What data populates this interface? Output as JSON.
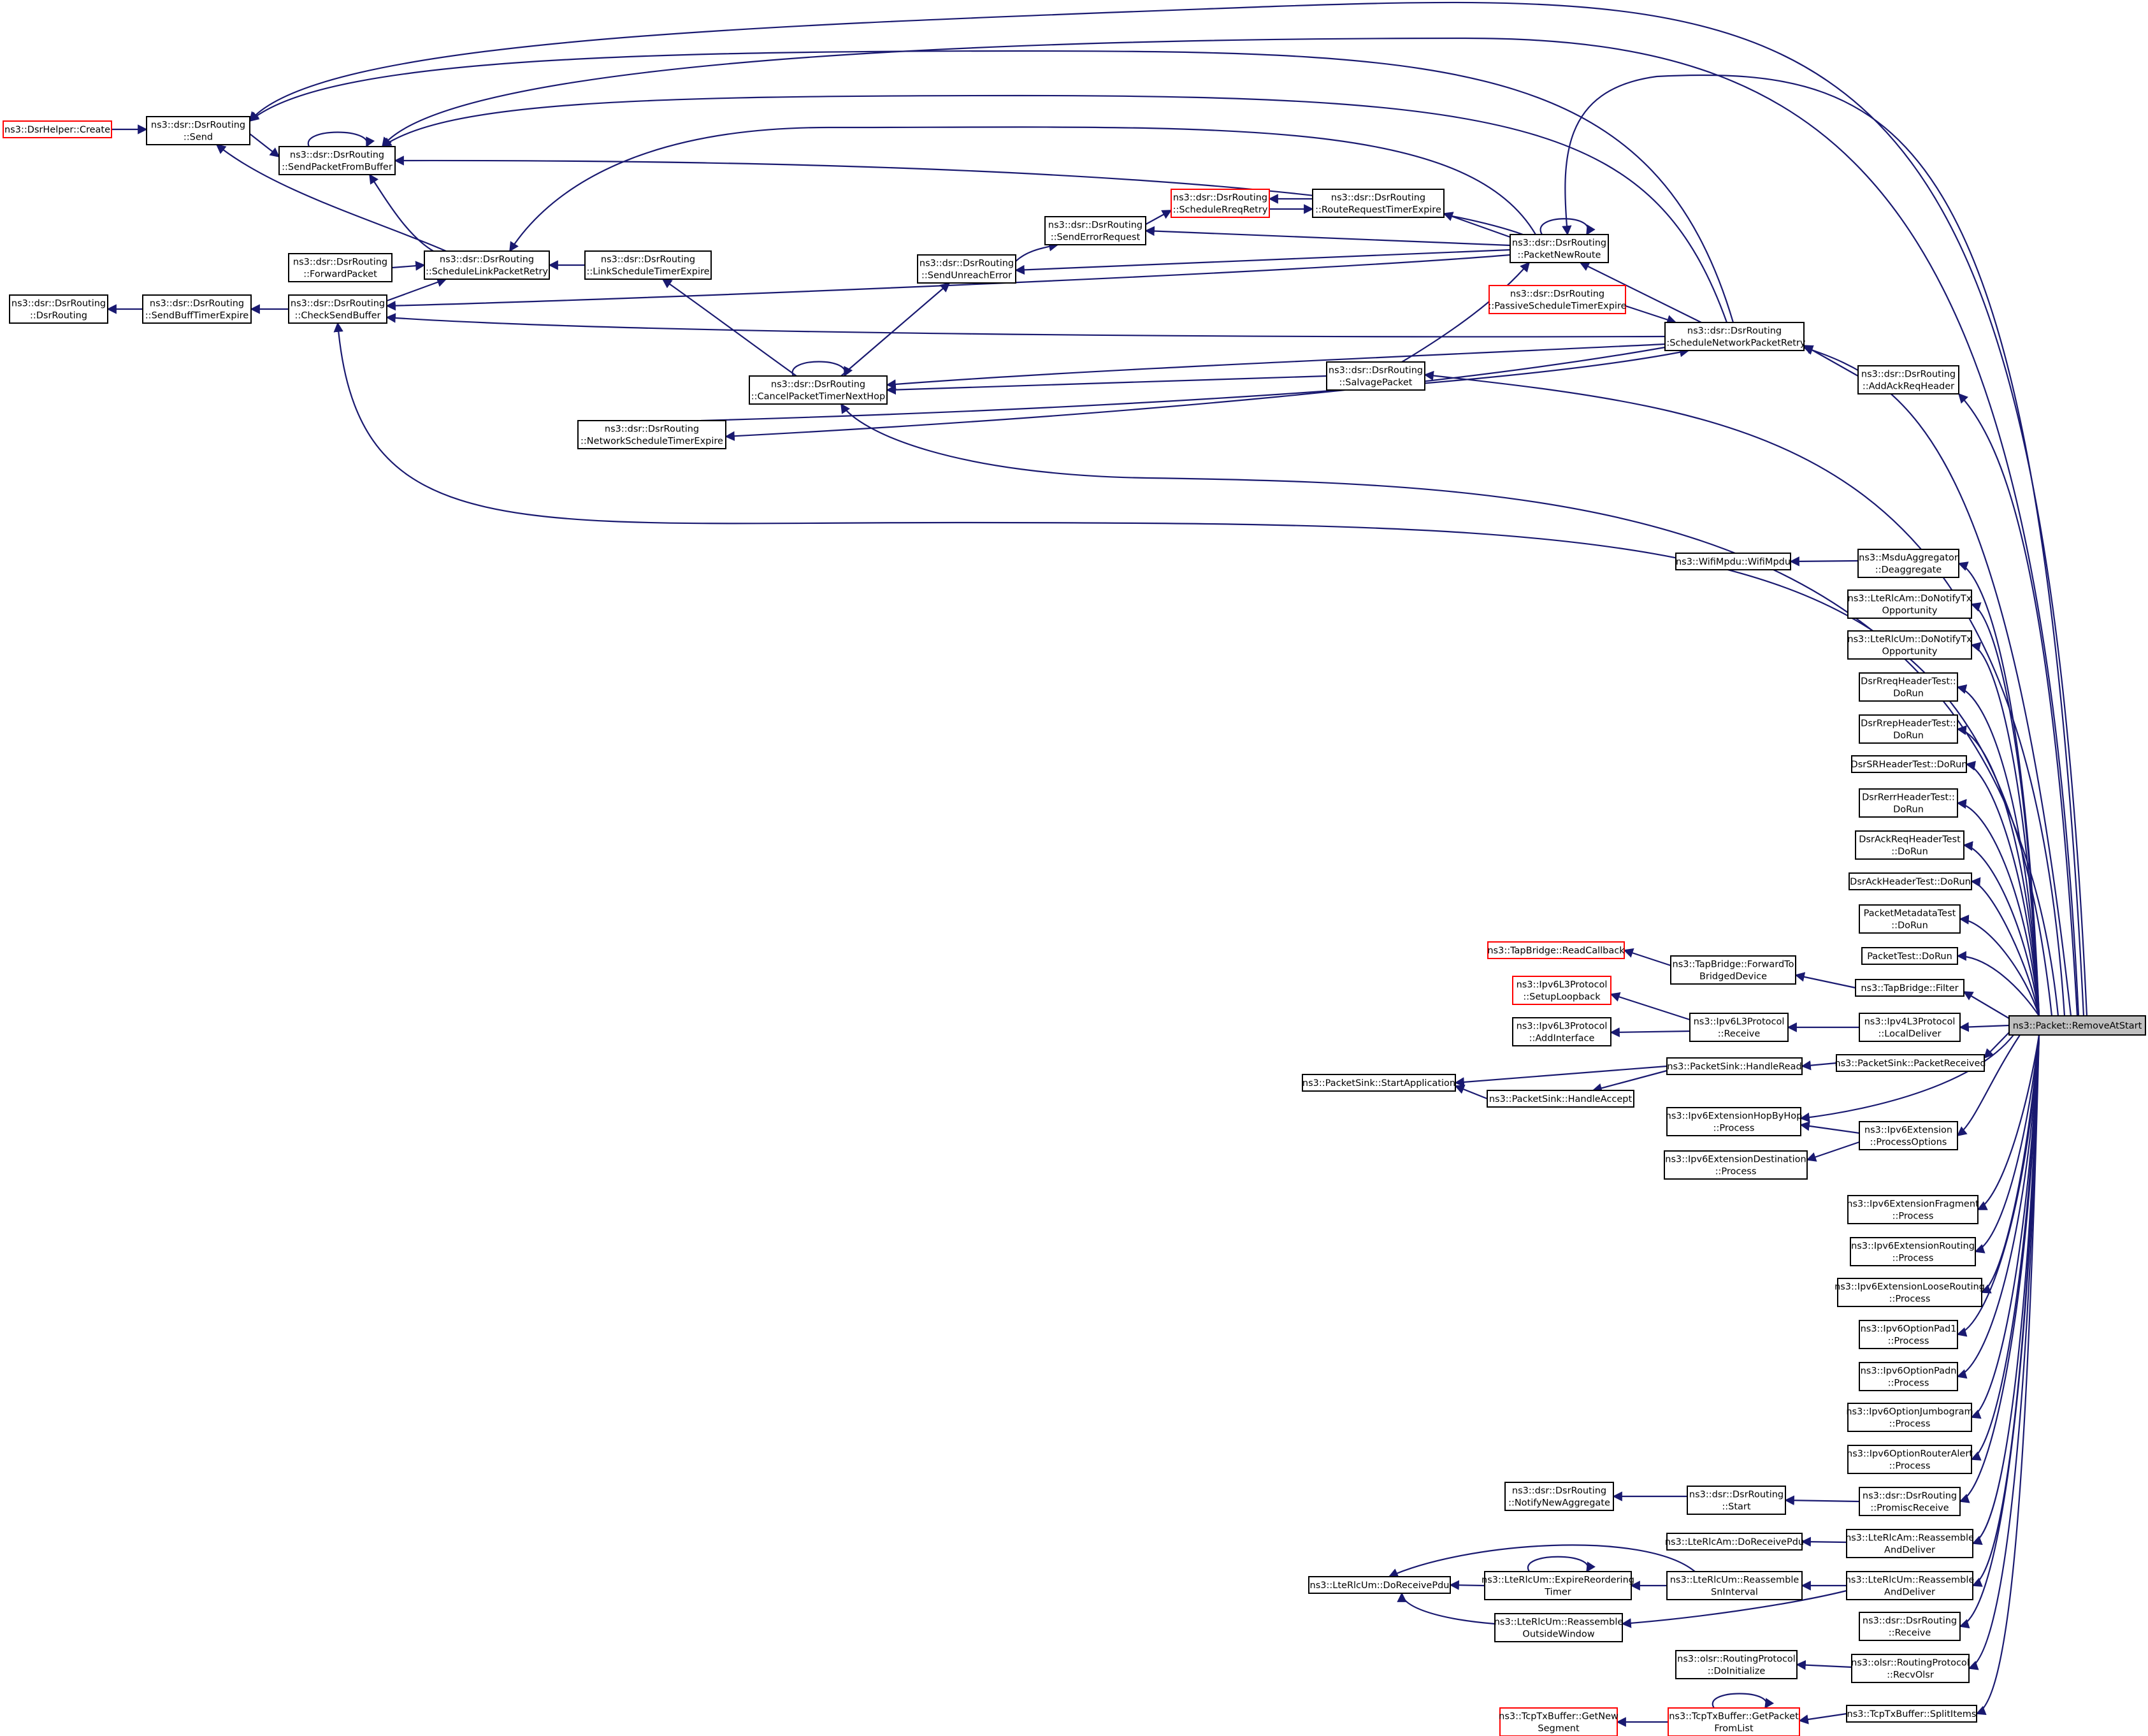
{
  "colors": {
    "edge": "#191970",
    "node_border": "#000000",
    "truncated_border": "#ff0000",
    "root_fill": "#bfbfbf"
  },
  "nodes": [
    {
      "id": "root",
      "lines": [
        "ns3::Packet::RemoveAtStart"
      ],
      "style": "root"
    },
    {
      "id": "dsrHelperCreate",
      "lines": [
        "ns3::DsrHelper::Create"
      ],
      "style": "red"
    },
    {
      "id": "send",
      "lines": [
        "ns3::dsr::DsrRouting",
        "::Send"
      ]
    },
    {
      "id": "sendPacketFromBuffer",
      "lines": [
        "ns3::dsr::DsrRouting",
        "::SendPacketFromBuffer"
      ]
    },
    {
      "id": "forwardPacket",
      "lines": [
        "ns3::dsr::DsrRouting",
        "::ForwardPacket"
      ]
    },
    {
      "id": "scheduleLinkPacketRetry",
      "lines": [
        "ns3::dsr::DsrRouting",
        "::ScheduleLinkPacketRetry"
      ]
    },
    {
      "id": "linkScheduleTimerExpire",
      "lines": [
        "ns3::dsr::DsrRouting",
        "::LinkScheduleTimerExpire"
      ]
    },
    {
      "id": "dsrRoutingCtor",
      "lines": [
        "ns3::dsr::DsrRouting",
        "::DsrRouting"
      ]
    },
    {
      "id": "sendBuffTimerExpire",
      "lines": [
        "ns3::dsr::DsrRouting",
        "::SendBuffTimerExpire"
      ]
    },
    {
      "id": "checkSendBuffer",
      "lines": [
        "ns3::dsr::DsrRouting",
        "::CheckSendBuffer"
      ]
    },
    {
      "id": "sendUnreachError",
      "lines": [
        "ns3::dsr::DsrRouting",
        "::SendUnreachError"
      ]
    },
    {
      "id": "sendErrorRequest",
      "lines": [
        "ns3::dsr::DsrRouting",
        "::SendErrorRequest"
      ]
    },
    {
      "id": "scheduleRreqRetry",
      "lines": [
        "ns3::dsr::DsrRouting",
        "::ScheduleRreqRetry"
      ],
      "style": "red"
    },
    {
      "id": "routeRequestTimerExpire",
      "lines": [
        "ns3::dsr::DsrRouting",
        "::RouteRequestTimerExpire"
      ]
    },
    {
      "id": "packetNewRoute",
      "lines": [
        "ns3::dsr::DsrRouting",
        "::PacketNewRoute"
      ]
    },
    {
      "id": "passiveScheduleTimerExpire",
      "lines": [
        "ns3::dsr::DsrRouting",
        "::PassiveScheduleTimerExpire"
      ],
      "style": "red"
    },
    {
      "id": "scheduleNetworkPacketRetry",
      "lines": [
        "ns3::dsr::DsrRouting",
        "::ScheduleNetworkPacketRetry"
      ]
    },
    {
      "id": "cancelPacketTimerNextHop",
      "lines": [
        "ns3::dsr::DsrRouting",
        "::CancelPacketTimerNextHop"
      ]
    },
    {
      "id": "salvagePacket",
      "lines": [
        "ns3::dsr::DsrRouting",
        "::SalvagePacket"
      ]
    },
    {
      "id": "networkScheduleTimerExpire",
      "lines": [
        "ns3::dsr::DsrRouting",
        "::NetworkScheduleTimerExpire"
      ]
    },
    {
      "id": "addAckReqHeader",
      "lines": [
        "ns3::dsr::DsrRouting",
        "::AddAckReqHeader"
      ]
    },
    {
      "id": "wifiMpdu",
      "lines": [
        "ns3::WifiMpdu::WifiMpdu"
      ]
    },
    {
      "id": "deaggregate",
      "lines": [
        "ns3::MsduAggregator",
        "::Deaggregate"
      ]
    },
    {
      "id": "rlcAmNotify",
      "lines": [
        "ns3::LteRlcAm::DoNotifyTx",
        "Opportunity"
      ]
    },
    {
      "id": "rlcUmNotify",
      "lines": [
        "ns3::LteRlcUm::DoNotifyTx",
        "Opportunity"
      ]
    },
    {
      "id": "dsrRreqTest",
      "lines": [
        "DsrRreqHeaderTest::",
        "DoRun"
      ]
    },
    {
      "id": "dsrRrepTest",
      "lines": [
        "DsrRrepHeaderTest::",
        "DoRun"
      ]
    },
    {
      "id": "dsrSRTest",
      "lines": [
        "DsrSRHeaderTest::DoRun"
      ]
    },
    {
      "id": "dsrRerrTest",
      "lines": [
        "DsrRerrHeaderTest::",
        "DoRun"
      ]
    },
    {
      "id": "dsrAckReqTest",
      "lines": [
        "DsrAckReqHeaderTest",
        "::DoRun"
      ]
    },
    {
      "id": "dsrAckTest",
      "lines": [
        "DsrAckHeaderTest::DoRun"
      ]
    },
    {
      "id": "packetMetadataTest",
      "lines": [
        "PacketMetadataTest",
        "::DoRun"
      ]
    },
    {
      "id": "packetTest",
      "lines": [
        "PacketTest::DoRun"
      ]
    },
    {
      "id": "tapReadCallback",
      "lines": [
        "ns3::TapBridge::ReadCallback"
      ],
      "style": "red"
    },
    {
      "id": "tapForwardTo",
      "lines": [
        "ns3::TapBridge::ForwardTo",
        "BridgedDevice"
      ]
    },
    {
      "id": "tapFilter",
      "lines": [
        "ns3::TapBridge::Filter"
      ]
    },
    {
      "id": "ipv6SetupLoopback",
      "lines": [
        "ns3::Ipv6L3Protocol",
        "::SetupLoopback"
      ],
      "style": "red"
    },
    {
      "id": "ipv6AddInterface",
      "lines": [
        "ns3::Ipv6L3Protocol",
        "::AddInterface"
      ]
    },
    {
      "id": "ipv6Receive",
      "lines": [
        "ns3::Ipv6L3Protocol",
        "::Receive"
      ]
    },
    {
      "id": "ipv4LocalDeliver",
      "lines": [
        "ns3::Ipv4L3Protocol",
        "::LocalDeliver"
      ]
    },
    {
      "id": "sinkStartApp",
      "lines": [
        "ns3::PacketSink::StartApplication"
      ]
    },
    {
      "id": "sinkHandleRead",
      "lines": [
        "ns3::PacketSink::HandleRead"
      ]
    },
    {
      "id": "sinkHandleAccept",
      "lines": [
        "ns3::PacketSink::HandleAccept"
      ]
    },
    {
      "id": "sinkPacketReceived",
      "lines": [
        "ns3::PacketSink::PacketReceived"
      ]
    },
    {
      "id": "ipv6HopByHop",
      "lines": [
        "ns3::Ipv6ExtensionHopByHop",
        "::Process"
      ]
    },
    {
      "id": "ipv6ProcessOptions",
      "lines": [
        "ns3::Ipv6Extension",
        "::ProcessOptions"
      ]
    },
    {
      "id": "ipv6Destination",
      "lines": [
        "ns3::Ipv6ExtensionDestination",
        "::Process"
      ]
    },
    {
      "id": "ipv6Fragment",
      "lines": [
        "ns3::Ipv6ExtensionFragment",
        "::Process"
      ]
    },
    {
      "id": "ipv6Routing",
      "lines": [
        "ns3::Ipv6ExtensionRouting",
        "::Process"
      ]
    },
    {
      "id": "ipv6LooseRouting",
      "lines": [
        "ns3::Ipv6ExtensionLooseRouting",
        "::Process"
      ]
    },
    {
      "id": "ipv6Pad1",
      "lines": [
        "ns3::Ipv6OptionPad1",
        "::Process"
      ]
    },
    {
      "id": "ipv6Padn",
      "lines": [
        "ns3::Ipv6OptionPadn",
        "::Process"
      ]
    },
    {
      "id": "ipv6Jumbogram",
      "lines": [
        "ns3::Ipv6OptionJumbogram",
        "::Process"
      ]
    },
    {
      "id": "ipv6RouterAlert",
      "lines": [
        "ns3::Ipv6OptionRouterAlert",
        "::Process"
      ]
    },
    {
      "id": "notifyNewAggregate",
      "lines": [
        "ns3::dsr::DsrRouting",
        "::NotifyNewAggregate"
      ]
    },
    {
      "id": "dsrStart",
      "lines": [
        "ns3::dsr::DsrRouting",
        "::Start"
      ]
    },
    {
      "id": "promiscReceive",
      "lines": [
        "ns3::dsr::DsrRouting",
        "::PromiscReceive"
      ]
    },
    {
      "id": "rlcAmDoReceivePdu",
      "lines": [
        "ns3::LteRlcAm::DoReceivePdu"
      ]
    },
    {
      "id": "rlcAmReassemble",
      "lines": [
        "ns3::LteRlcAm::Reassemble",
        "AndDeliver"
      ]
    },
    {
      "id": "rlcUmDoReceivePdu",
      "lines": [
        "ns3::LteRlcUm::DoReceivePdu"
      ]
    },
    {
      "id": "rlcUmExpireReordering",
      "lines": [
        "ns3::LteRlcUm::ExpireReordering",
        "Timer"
      ]
    },
    {
      "id": "rlcUmReassembleSn",
      "lines": [
        "ns3::LteRlcUm::Reassemble",
        "SnInterval"
      ]
    },
    {
      "id": "rlcUmReassembleOutside",
      "lines": [
        "ns3::LteRlcUm::Reassemble",
        "OutsideWindow"
      ]
    },
    {
      "id": "rlcUmReassemble",
      "lines": [
        "ns3::LteRlcUm::Reassemble",
        "AndDeliver"
      ]
    },
    {
      "id": "dsrReceive",
      "lines": [
        "ns3::dsr::DsrRouting",
        "::Receive"
      ]
    },
    {
      "id": "olsrDoInitialize",
      "lines": [
        "ns3::olsr::RoutingProtocol",
        "::DoInitialize"
      ]
    },
    {
      "id": "olsrRecvOlsr",
      "lines": [
        "ns3::olsr::RoutingProtocol",
        "::RecvOlsr"
      ]
    },
    {
      "id": "tcpGetNewSegment",
      "lines": [
        "ns3::TcpTxBuffer::GetNew",
        "Segment"
      ],
      "style": "red"
    },
    {
      "id": "tcpGetPacketFromList",
      "lines": [
        "ns3::TcpTxBuffer::GetPacket",
        "FromList"
      ],
      "style": "red"
    },
    {
      "id": "tcpSplitItems",
      "lines": [
        "ns3::TcpTxBuffer::SplitItems"
      ]
    }
  ]
}
